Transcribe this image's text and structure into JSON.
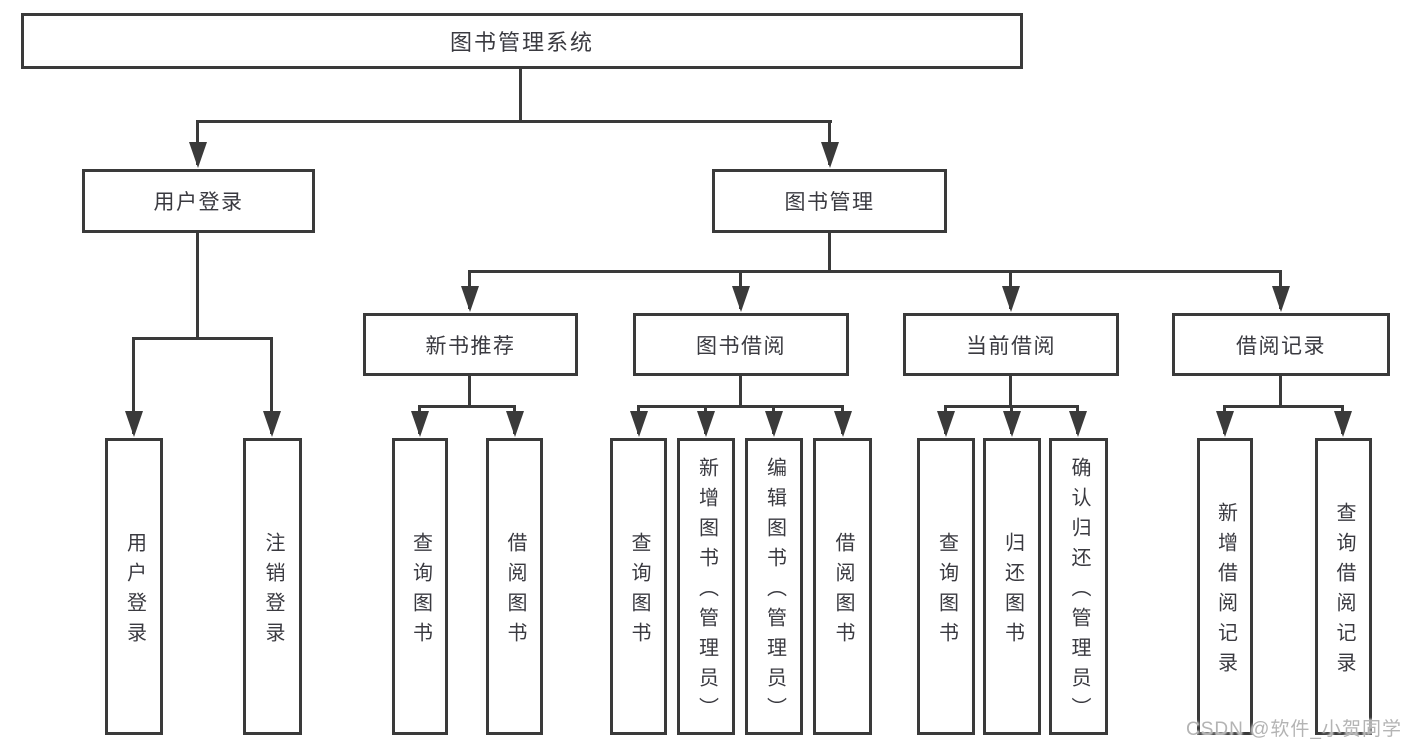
{
  "diagram": {
    "root": {
      "label": "图书管理系统"
    },
    "user_login": {
      "label": "用户登录",
      "children": [
        "用户登录",
        "注销登录"
      ]
    },
    "book_management": {
      "label": "图书管理",
      "sections": [
        {
          "label": "新书推荐",
          "children": [
            "查询图书",
            "借阅图书"
          ]
        },
        {
          "label": "图书借阅",
          "children": [
            "查询图书",
            "新增图书（管理员）",
            "编辑图书（管理员）",
            "借阅图书"
          ]
        },
        {
          "label": "当前借阅",
          "children": [
            "查询图书",
            "归还图书",
            "确认归还（管理员）"
          ]
        },
        {
          "label": "借阅记录",
          "children": [
            "新增借阅记录",
            "查询借阅记录"
          ]
        }
      ]
    }
  },
  "watermark": {
    "text": "CSDN @软件_小贺同学"
  },
  "colors": {
    "line": "#3a3a3a",
    "text": "#3a3a40",
    "watermark": "#b4b4b4",
    "background": "#ffffff"
  }
}
